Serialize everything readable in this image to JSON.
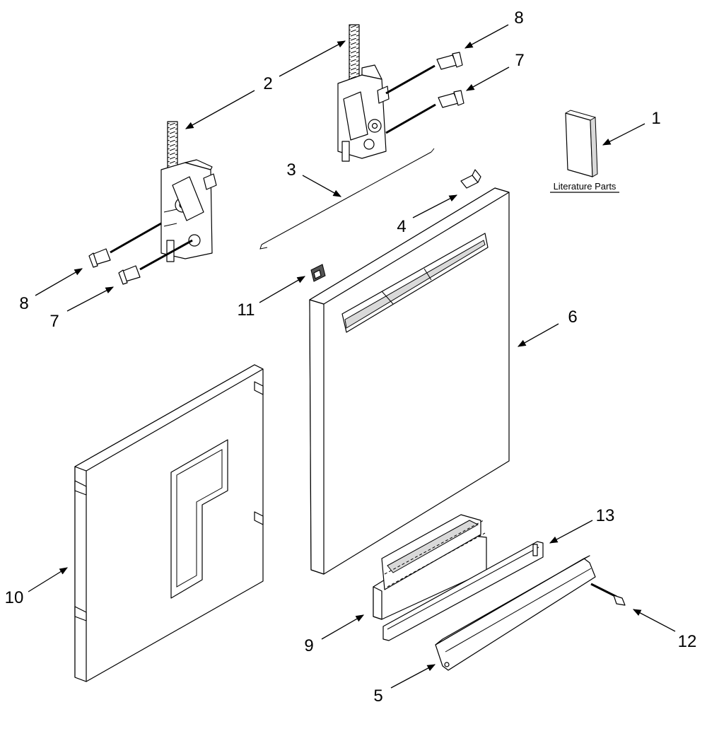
{
  "literature_label": "Literature Parts",
  "callouts": [
    {
      "id": "c1",
      "label": "1"
    },
    {
      "id": "c2",
      "label": "2"
    },
    {
      "id": "c3",
      "label": "3"
    },
    {
      "id": "c4",
      "label": "4"
    },
    {
      "id": "c5",
      "label": "5"
    },
    {
      "id": "c6",
      "label": "6"
    },
    {
      "id": "c7a",
      "label": "7"
    },
    {
      "id": "c7b",
      "label": "7"
    },
    {
      "id": "c8a",
      "label": "8"
    },
    {
      "id": "c8b",
      "label": "8"
    },
    {
      "id": "c9",
      "label": "9"
    },
    {
      "id": "c10",
      "label": "10"
    },
    {
      "id": "c11",
      "label": "11"
    },
    {
      "id": "c12",
      "label": "12"
    },
    {
      "id": "c13",
      "label": "13"
    }
  ]
}
